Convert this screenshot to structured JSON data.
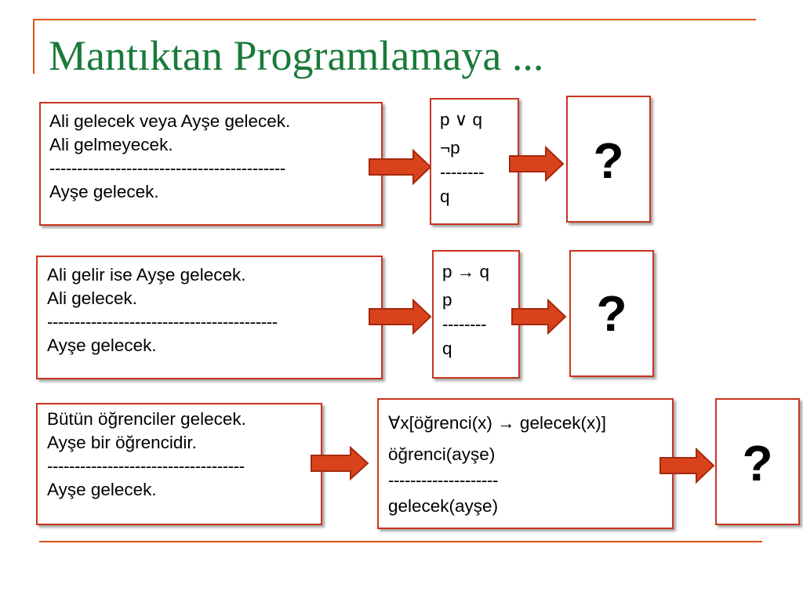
{
  "title": "Mantıktan Programlamaya ...",
  "rows": [
    {
      "premises": {
        "lines": [
          "Ali gelecek veya Ayşe gelecek.",
          "Ali gelmeyecek."
        ],
        "separator": "-------------------------------------------",
        "conclusion": "Ayşe gelecek."
      },
      "logic": {
        "lines": [
          "p ∨ q",
          "¬p"
        ],
        "separator": "--------",
        "conclusion": "q"
      },
      "result": "?"
    },
    {
      "premises": {
        "lines": [
          "Ali gelir ise Ayşe gelecek.",
          "Ali gelecek."
        ],
        "separator": "------------------------------------------",
        "conclusion": "Ayşe gelecek."
      },
      "logic": {
        "lines": [
          "p → q",
          "p"
        ],
        "separator": "--------",
        "conclusion": "q"
      },
      "result": "?"
    },
    {
      "premises": {
        "lines": [
          "Bütün öğrenciler gelecek.",
          "Ayşe bir öğrencidir."
        ],
        "separator": "------------------------------------",
        "conclusion": "Ayşe gelecek."
      },
      "logic": {
        "lines": [
          "∀x[öğrenci(x) → gelecek(x)]",
          "öğrenci(ayşe)"
        ],
        "separator": "--------------------",
        "conclusion": "gelecek(ayşe)"
      },
      "result": "?"
    }
  ],
  "colors": {
    "title": "#1a7a3a",
    "rule": "#d8531c",
    "box_border": "#c9351f",
    "arrow_fill": "#d9431c",
    "arrow_stroke": "#a5290f"
  },
  "icons": {
    "arrow": "right-arrow-icon"
  }
}
